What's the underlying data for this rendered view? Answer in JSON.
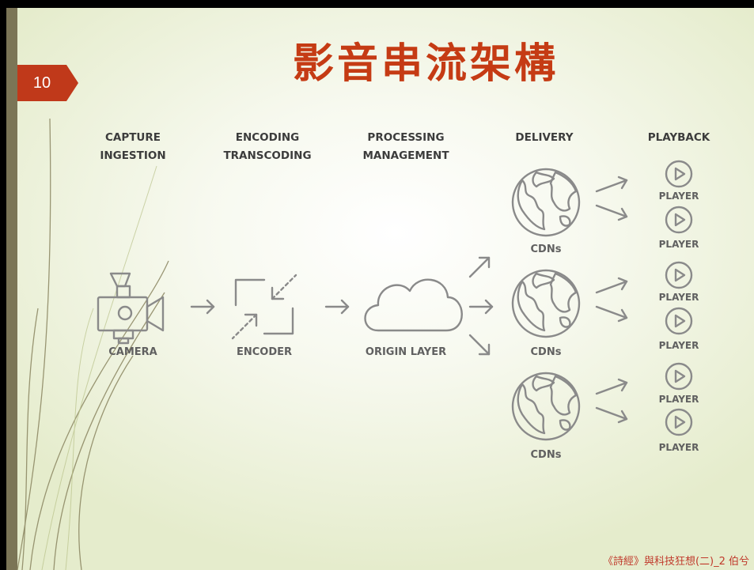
{
  "slide_number": "10",
  "title": "影音串流架構",
  "stages": [
    {
      "line1": "CAPTURE",
      "line2": "INGESTION"
    },
    {
      "line1": "ENCODING",
      "line2": "TRANSCODING"
    },
    {
      "line1": "PROCESSING",
      "line2": "MANAGEMENT"
    },
    {
      "line1": "DELIVERY",
      "line2": ""
    },
    {
      "line1": "PLAYBACK",
      "line2": ""
    }
  ],
  "nodes": {
    "camera": "CAMERA",
    "encoder": "ENCODER",
    "origin": "ORIGIN LAYER",
    "cdn": [
      "CDNs",
      "CDNs",
      "CDNs"
    ],
    "player": [
      "PLAYER",
      "PLAYER",
      "PLAYER",
      "PLAYER",
      "PLAYER",
      "PLAYER"
    ]
  },
  "footer": "《詩經》與科技狂想(二)_2 伯兮",
  "colors": {
    "title": "#c53b14",
    "tab": "#c0391a",
    "icon": "#8a8a8a",
    "footer": "#c0392b"
  }
}
